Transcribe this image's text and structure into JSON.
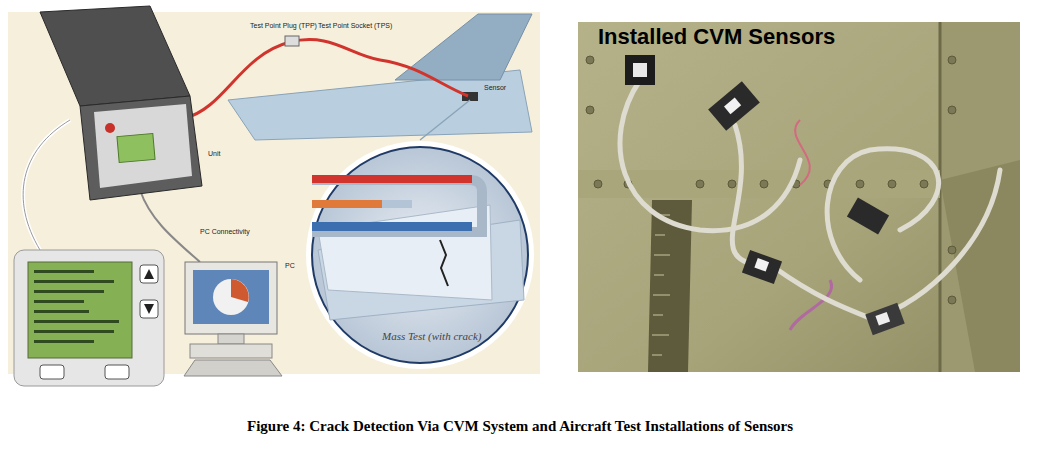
{
  "diagram": {
    "caption": "Figure 4:  Crack Detection Via CVM System and Aircraft Test Installations of Sensors",
    "labels": [
      "Installed CVM Sensors",
      "Test Point Plug (TPP)",
      "Test Point Socket (TPS)",
      "Sensor",
      "Unit",
      "PC Connectivity",
      "PC",
      "Mass Test (with crack)"
    ]
  }
}
